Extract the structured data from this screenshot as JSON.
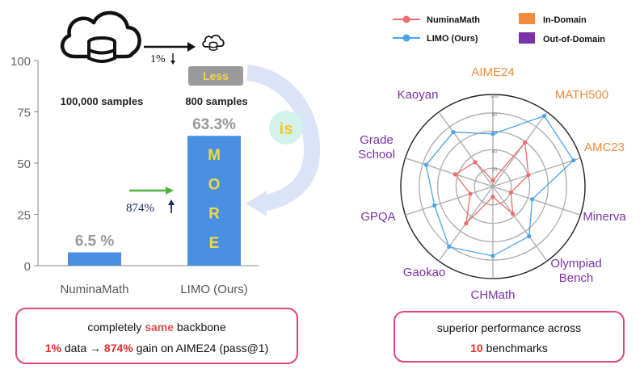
{
  "left": {
    "yticks": [
      "100",
      "75",
      "50",
      "25",
      "0"
    ],
    "samples_big": "100,000 samples",
    "samples_small": "800 samples",
    "one_pct": "1%",
    "less_label": "Less",
    "is_label": "is",
    "more_letters": [
      "M",
      "O",
      "R",
      "E"
    ],
    "gain_label": "874%",
    "caption_line1": {
      "pre": "completely ",
      "hl": "same",
      "post": " backbone"
    },
    "caption_line2": {
      "p1": "1%",
      "p2": " data → ",
      "p3": "874%",
      "p4": " gain on AIME24 (pass@1)"
    }
  },
  "right": {
    "legend": {
      "numina": "NuminaMath",
      "limo": "LIMO (Ours)",
      "in_domain": "In-Domain",
      "out_domain": "Out-of-Domain"
    },
    "caption_line1": "superior performance across",
    "caption_line2": {
      "num": "10",
      "rest": " benchmarks"
    }
  },
  "colors": {
    "bar": "#4a90e2",
    "numina": "#f06b6b",
    "limo": "#4aa3e8",
    "in_domain": "#f08c3c",
    "out_domain": "#7b32a8",
    "highlight_red": "#e03030",
    "frame_pink": "#e0457b"
  },
  "chart_data": [
    {
      "type": "bar",
      "categories": [
        "NuminaMath",
        "LIMO (Ours)"
      ],
      "values": [
        6.5,
        63.3
      ],
      "data_labels": [
        "6.5 %",
        "63.3%"
      ],
      "ylim": [
        0,
        100
      ],
      "yticks": [
        0,
        25,
        50,
        75,
        100
      ]
    },
    {
      "type": "radar",
      "axes": [
        {
          "label": "AIME24",
          "group": "In-Domain"
        },
        {
          "label": "MATH500",
          "group": "In-Domain"
        },
        {
          "label": "AMC23",
          "group": "In-Domain"
        },
        {
          "label": "Minerva",
          "group": "Out-of-Domain"
        },
        {
          "label": "Olympiad\nBench",
          "group": "Out-of-Domain"
        },
        {
          "label": "CHMath",
          "group": "Out-of-Domain"
        },
        {
          "label": "Gaokao",
          "group": "Out-of-Domain"
        },
        {
          "label": "GPQA",
          "group": "Out-of-Domain"
        },
        {
          "label": "Grade\nSchool",
          "group": "Out-of-Domain"
        },
        {
          "label": "Kaoyan",
          "group": "Out-of-Domain"
        }
      ],
      "rticks": [
        20,
        40,
        60,
        80,
        100
      ],
      "rlim": [
        0,
        100
      ],
      "series": [
        {
          "name": "NuminaMath",
          "values": [
            6.5,
            59.2,
            40.6,
            20.6,
            36.7,
            11.2,
            49.5,
            25.8,
            43.0,
            32.7
          ]
        },
        {
          "name": "LIMO (Ours)",
          "values": [
            57.1,
            94.8,
            92.0,
            44.9,
            66.8,
            75.4,
            81.0,
            66.7,
            76.2,
            73.1
          ]
        }
      ]
    }
  ]
}
